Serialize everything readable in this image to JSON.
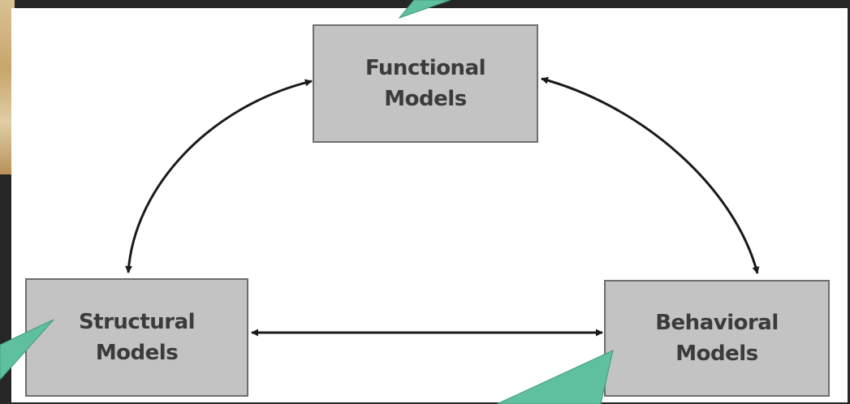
{
  "diagram": {
    "nodes": {
      "functional": {
        "line1": "Functional",
        "line2": "Models"
      },
      "structural": {
        "line1": "Structural",
        "line2": "Models"
      },
      "behavioral": {
        "line1": "Behavioral",
        "line2": "Models"
      }
    },
    "edges": [
      {
        "from": "functional",
        "to": "structural",
        "direction": "both"
      },
      {
        "from": "functional",
        "to": "behavioral",
        "direction": "both"
      },
      {
        "from": "structural",
        "to": "behavioral",
        "direction": "both"
      }
    ],
    "colors": {
      "box_fill": "#c3c3c3",
      "box_border": "#6e6e6e",
      "text": "#3b3b3b",
      "arrow": "#1a1a1a",
      "callout": "#5fc0a0",
      "background": "#262626"
    }
  }
}
